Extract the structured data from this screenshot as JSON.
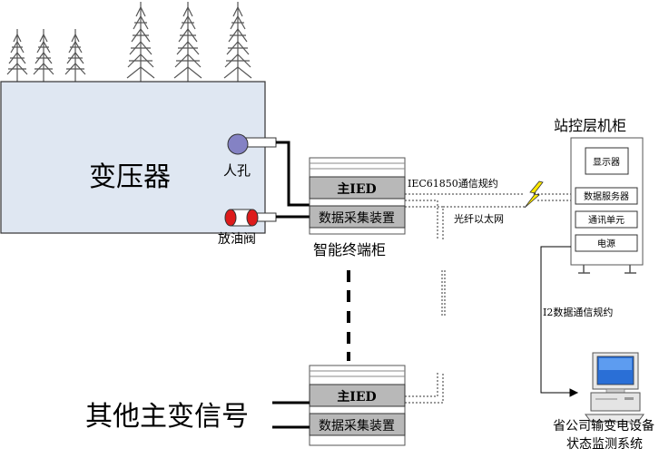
{
  "transformer": {
    "label": "变压器",
    "manhole_label": "人孔",
    "valve_label": "放油阀"
  },
  "smart_cabinet": {
    "main_ied": "主IED",
    "data_acq": "数据采集装置",
    "label": "智能终端柜"
  },
  "other_cabinet": {
    "main_ied": "主IED",
    "data_acq": "数据采集装置"
  },
  "other_signals_label": "其他主变信号",
  "link_labels": {
    "iec61850": "IEC61850通信规约",
    "fiber": "光纤以太网",
    "i2": "I2数据通信规约"
  },
  "station_cabinet": {
    "title": "站控层机柜",
    "display": "显示器",
    "data_server": "数据服务器",
    "comm_unit": "通讯单元",
    "power": "电源"
  },
  "monitor_system": {
    "line1": "省公司输变电设备",
    "line2": "状态监测系统"
  },
  "colors": {
    "transformer_fill": "#dfe7f2",
    "ied_fill": "#b8b8b8",
    "lightning": "#ffe800",
    "manhole": "#8482c4",
    "valve": "#dd1b1b"
  }
}
